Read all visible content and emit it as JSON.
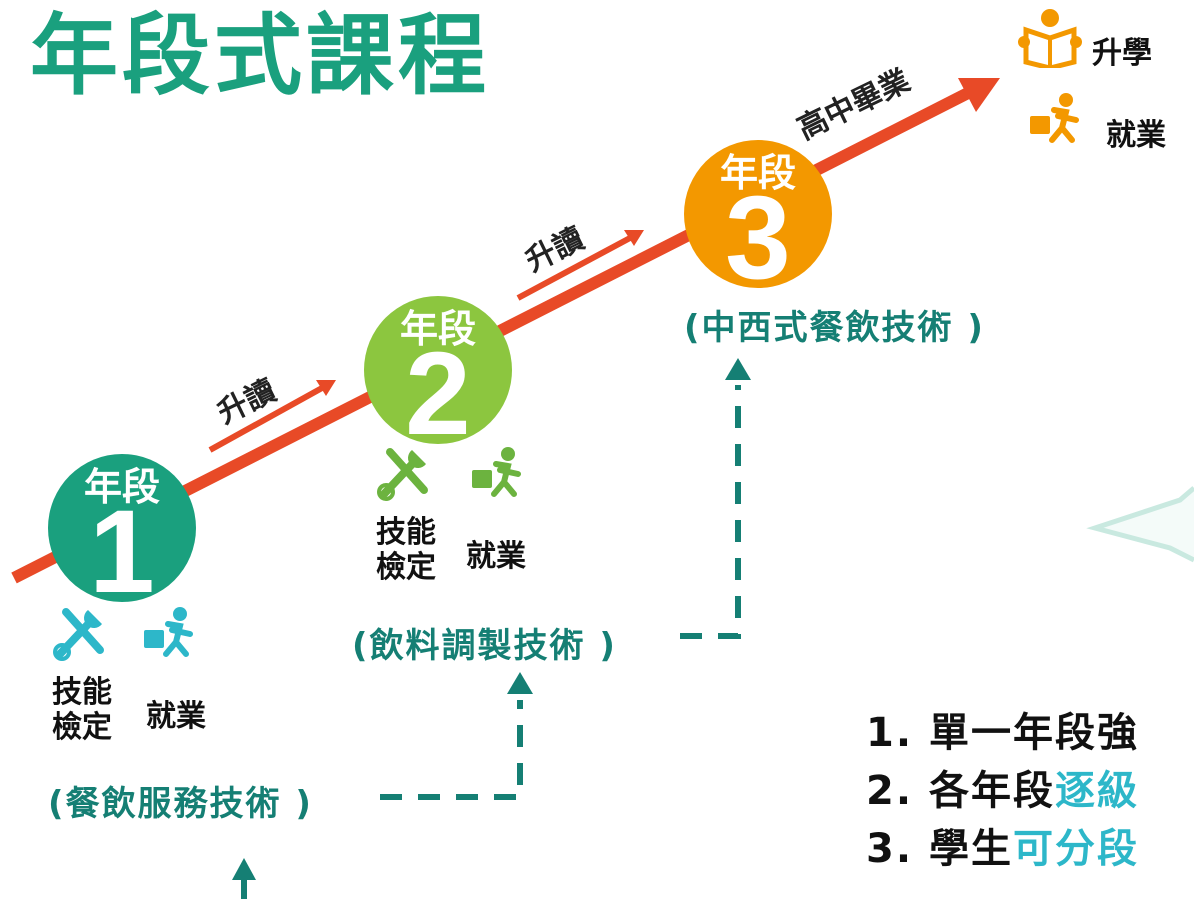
{
  "title": "年段式課程",
  "levels": [
    {
      "label": "年段",
      "number": "1",
      "color": "#1aa07e"
    },
    {
      "label": "年段",
      "number": "2",
      "color": "#8cc63f"
    },
    {
      "label": "年段",
      "number": "3",
      "color": "#f39800"
    }
  ],
  "promotions": [
    "升讀",
    "升讀",
    "高中畢業"
  ],
  "level1_outcomes": {
    "skill": "技能\n檢定",
    "job": "就業"
  },
  "level2_outcomes": {
    "skill": "技能\n檢定",
    "job": "就業"
  },
  "courses": {
    "level1": "(餐飲服務技術 )",
    "level2": "(飲料調製技術 )",
    "level3": "(中西式餐飲技術 )"
  },
  "legend": {
    "study": "升學",
    "job": "就業"
  },
  "points": [
    {
      "prefix": "1. 單一年段強",
      "highlight": ""
    },
    {
      "prefix": "2. 各年段",
      "highlight": "逐級"
    },
    {
      "prefix": "3. 學生",
      "highlight": "可分段"
    }
  ],
  "colors": {
    "arrow": "#e84a27",
    "course_text": "#157f74",
    "dashed": "#157f74",
    "icon_teal": "#2db7c9",
    "icon_green": "#6cb33f",
    "icon_orange": "#f39800"
  }
}
